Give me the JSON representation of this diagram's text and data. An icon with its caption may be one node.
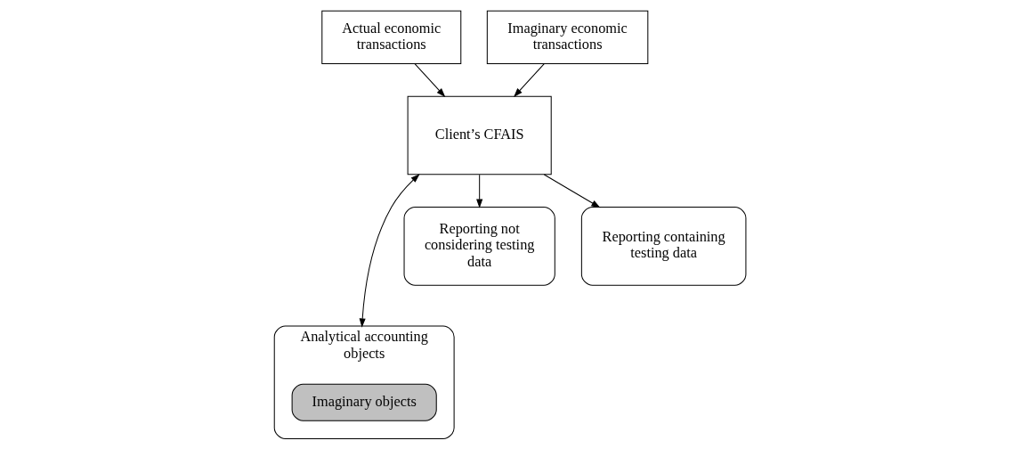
{
  "diagram": {
    "nodes": [
      {
        "text": [
          "Actual economic transactions"
        ]
      },
      {
        "text": [
          "Imaginary economic transactions"
        ]
      },
      {
        "text": [
          "Client’s CFAIS"
        ]
      },
      {
        "text": [
          "Analytical accounting objects"
        ]
      },
      {
        "text": [
          "Imaginary objects"
        ],
        "in": 3
      },
      {
        "text": [
          "Reporting not considering testing data"
        ]
      },
      {
        "text": [
          "Reporting containing testing data"
        ]
      }
    ],
    "edges": [
      {
        "from": 0,
        "to": 2,
        "arrow": "to"
      },
      {
        "from": 1,
        "to": 2,
        "arrow": "to"
      },
      {
        "from": 2,
        "to": 3,
        "arrow": "both"
      },
      {
        "from": 2,
        "to": 5,
        "arrow": "to"
      },
      {
        "from": 2,
        "to": 6,
        "arrow": "to"
      }
    ]
  }
}
